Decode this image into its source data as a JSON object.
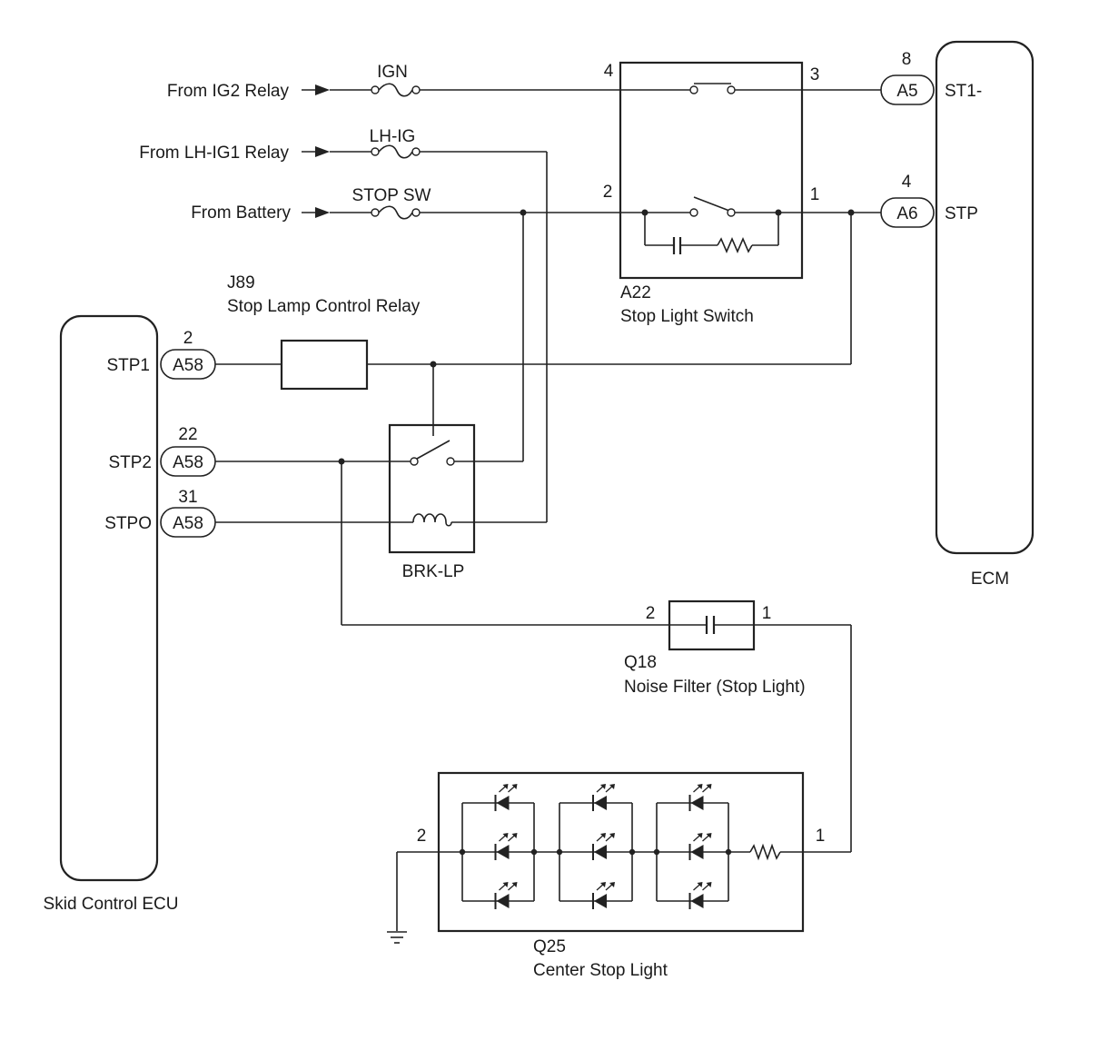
{
  "sources": {
    "ig2": "From IG2 Relay",
    "lhig1": "From LH-IG1 Relay",
    "battery": "From Battery"
  },
  "fuses": {
    "ign": "IGN",
    "lhig": "LH-IG",
    "stop_sw": "STOP SW"
  },
  "stop_light_switch": {
    "code": "A22",
    "name": "Stop Light Switch",
    "pin4": "4",
    "pin3": "3",
    "pin2": "2",
    "pin1": "1"
  },
  "ecm": {
    "name": "ECM",
    "st1": {
      "pin": "8",
      "connector": "A5",
      "label": "ST1-"
    },
    "stp": {
      "pin": "4",
      "connector": "A6",
      "label": "STP"
    }
  },
  "relay": {
    "code": "J89",
    "name": "Stop Lamp Control Relay"
  },
  "brk_lp": {
    "name": "BRK-LP"
  },
  "skid_ecu": {
    "name": "Skid Control ECU",
    "stp1": {
      "label": "STP1",
      "pin": "2",
      "connector": "A58"
    },
    "stp2": {
      "label": "STP2",
      "pin": "22",
      "connector": "A58"
    },
    "stpo": {
      "label": "STPO",
      "pin": "31",
      "connector": "A58"
    }
  },
  "noise_filter": {
    "code": "Q18",
    "name": "Noise Filter (Stop Light)",
    "pin2": "2",
    "pin1": "1"
  },
  "center_stop_light": {
    "code": "Q25",
    "name": "Center Stop Light",
    "pin2": "2",
    "pin1": "1"
  }
}
